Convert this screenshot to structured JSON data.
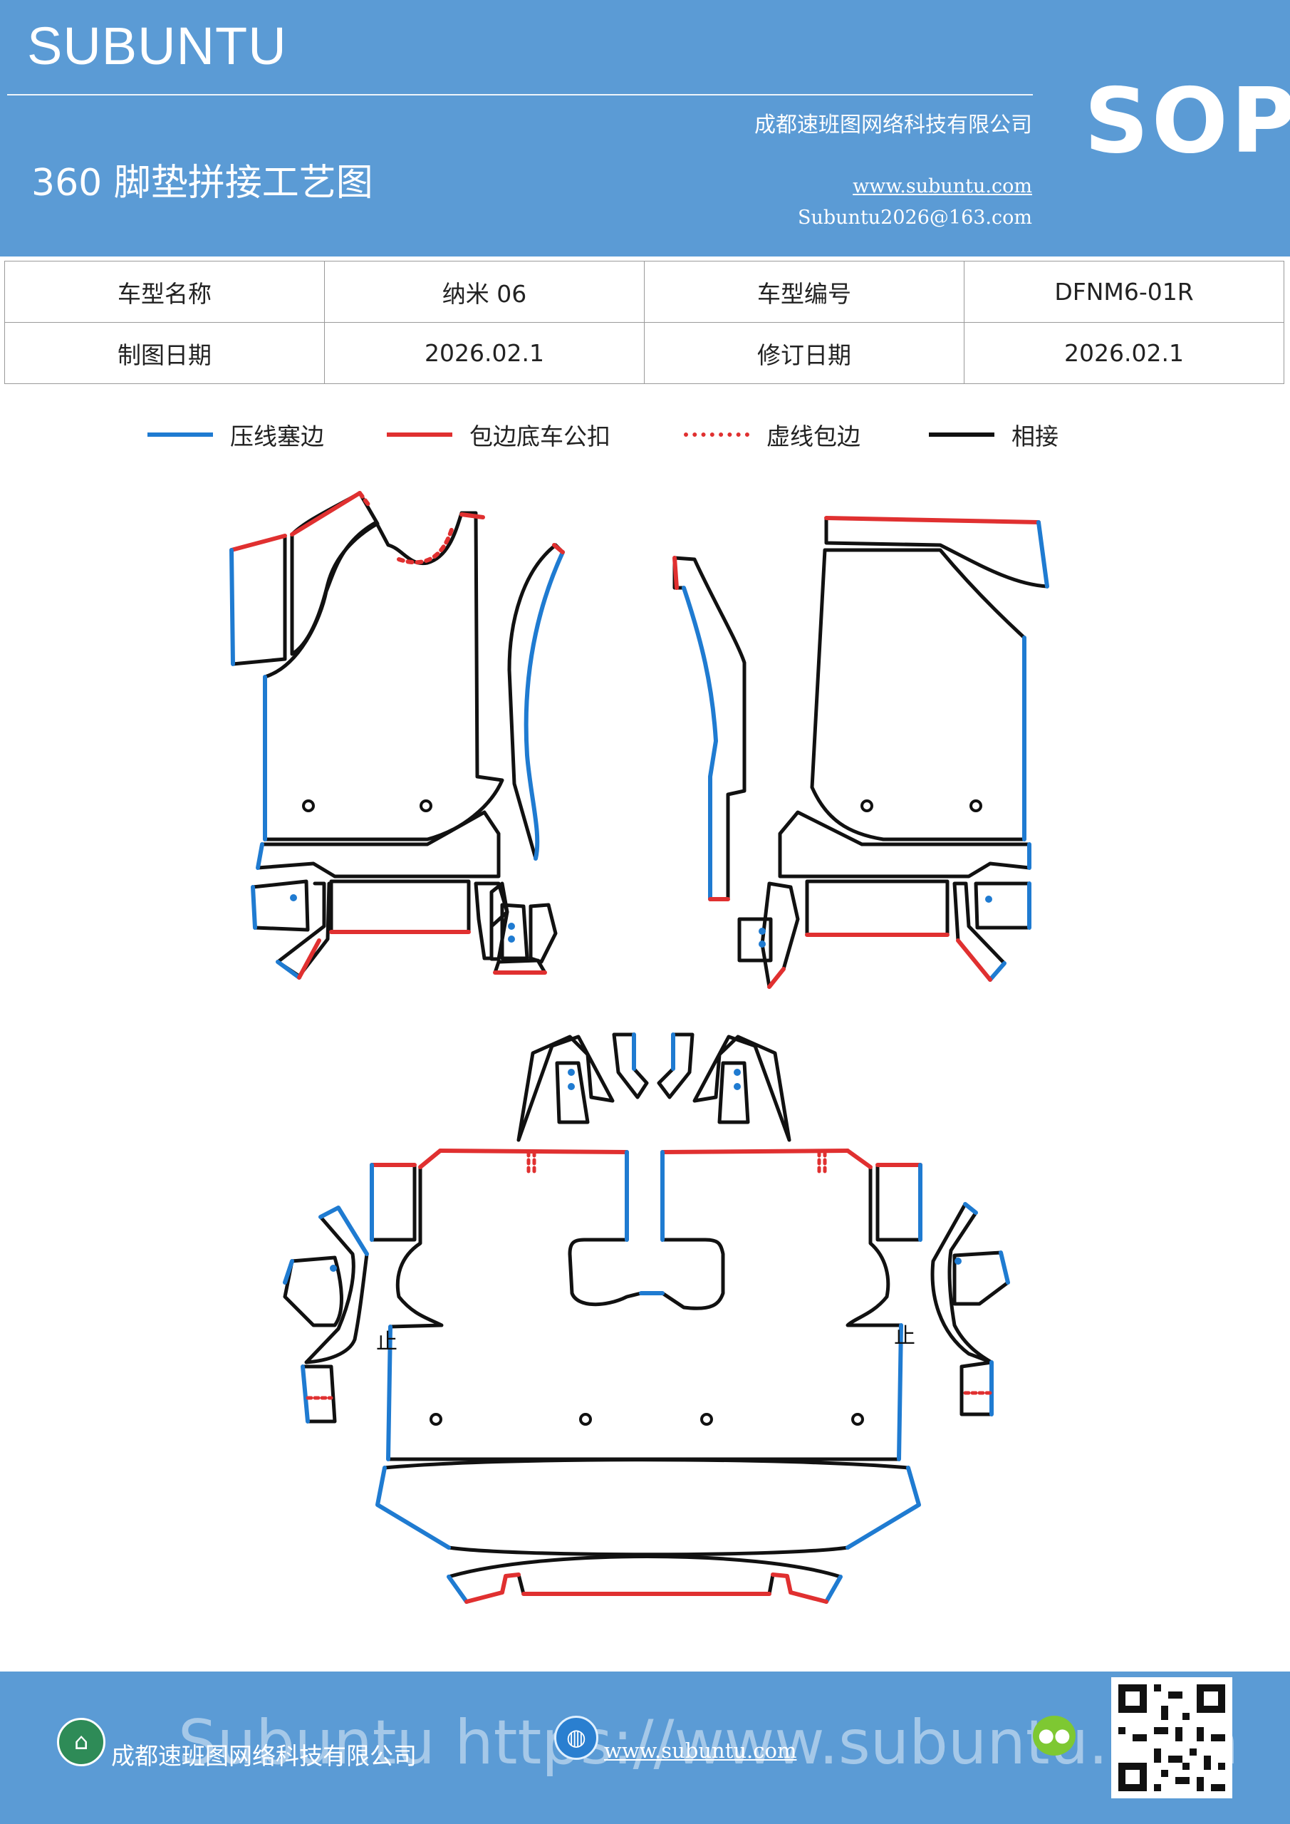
{
  "header": {
    "brand": "SUBUNTU",
    "doc_title": "360 脚垫拼接工艺图",
    "company": "成都速班图网络科技有限公司",
    "website": "www.subuntu.com",
    "email": "Subuntu2026@163.com",
    "badge": "SOP"
  },
  "info_table": {
    "rows": [
      {
        "label1": "车型名称",
        "value1": "纳米 06",
        "label2": "车型编号",
        "value2": "DFNM6-01R"
      },
      {
        "label1": "制图日期",
        "value1": "2026.02.1",
        "label2": "修订日期",
        "value2": "2026.02.1"
      }
    ]
  },
  "legend": [
    {
      "label": "压线塞边",
      "color": "#1f7bd1",
      "style": "solid"
    },
    {
      "label": "包边底车公扣",
      "color": "#e03030",
      "style": "solid"
    },
    {
      "label": "虚线包边",
      "color": "#e03030",
      "style": "dotted"
    },
    {
      "label": "相接",
      "color": "#111111",
      "style": "solid"
    }
  ],
  "colors": {
    "header_bg": "#5b9bd5",
    "blue_line": "#1f7bd1",
    "red_line": "#e03030",
    "black_line": "#111111"
  },
  "diagram": {
    "marks": [
      "止",
      "止"
    ]
  },
  "footer": {
    "company": "成都速班图网络科技有限公司",
    "url": "www.subuntu.com",
    "watermark": "Subuntu https://www.subuntu.com",
    "building_icon": "building-icon",
    "globe_icon": "globe-icon",
    "chat_icon": "wechat-icon"
  }
}
